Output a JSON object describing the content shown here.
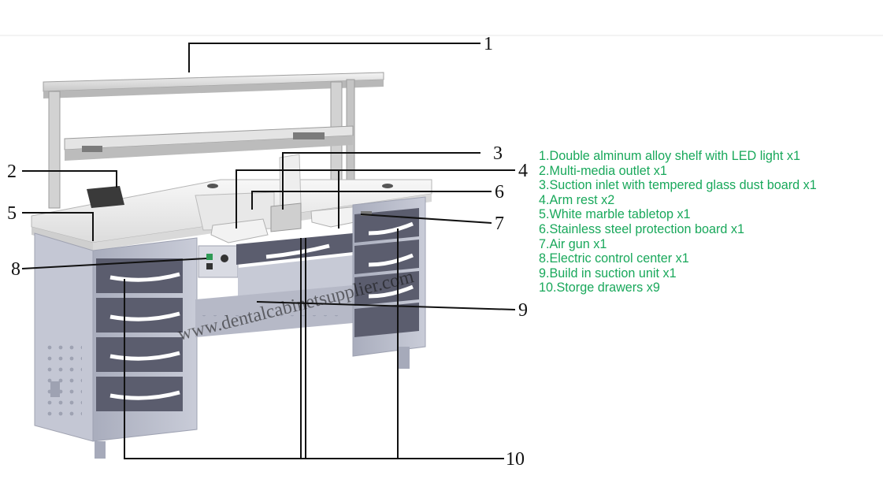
{
  "callouts": [
    "1",
    "2",
    "3",
    "4",
    "5",
    "6",
    "7",
    "8",
    "9",
    "10"
  ],
  "legend": [
    "1.Double alminum alloy shelf with LED light x1",
    "2.Multi-media outlet x1",
    "3.Suction inlet with tempered glass dust board x1",
    "4.Arm rest x2",
    "5.White marble tabletop x1",
    "6.Stainless steel protection board x1",
    "7.Air gun x1",
    "8.Electric control center x1",
    "9.Build in suction unit x1",
    "10.Storge drawers x9"
  ],
  "watermark": "www.dentalcabinetsupplier.com",
  "colors": {
    "legend_text": "#19a85b",
    "cabinet": "#b9bdcc",
    "drawer_front": "#5b5d6e",
    "tabletop": "#ececec"
  }
}
